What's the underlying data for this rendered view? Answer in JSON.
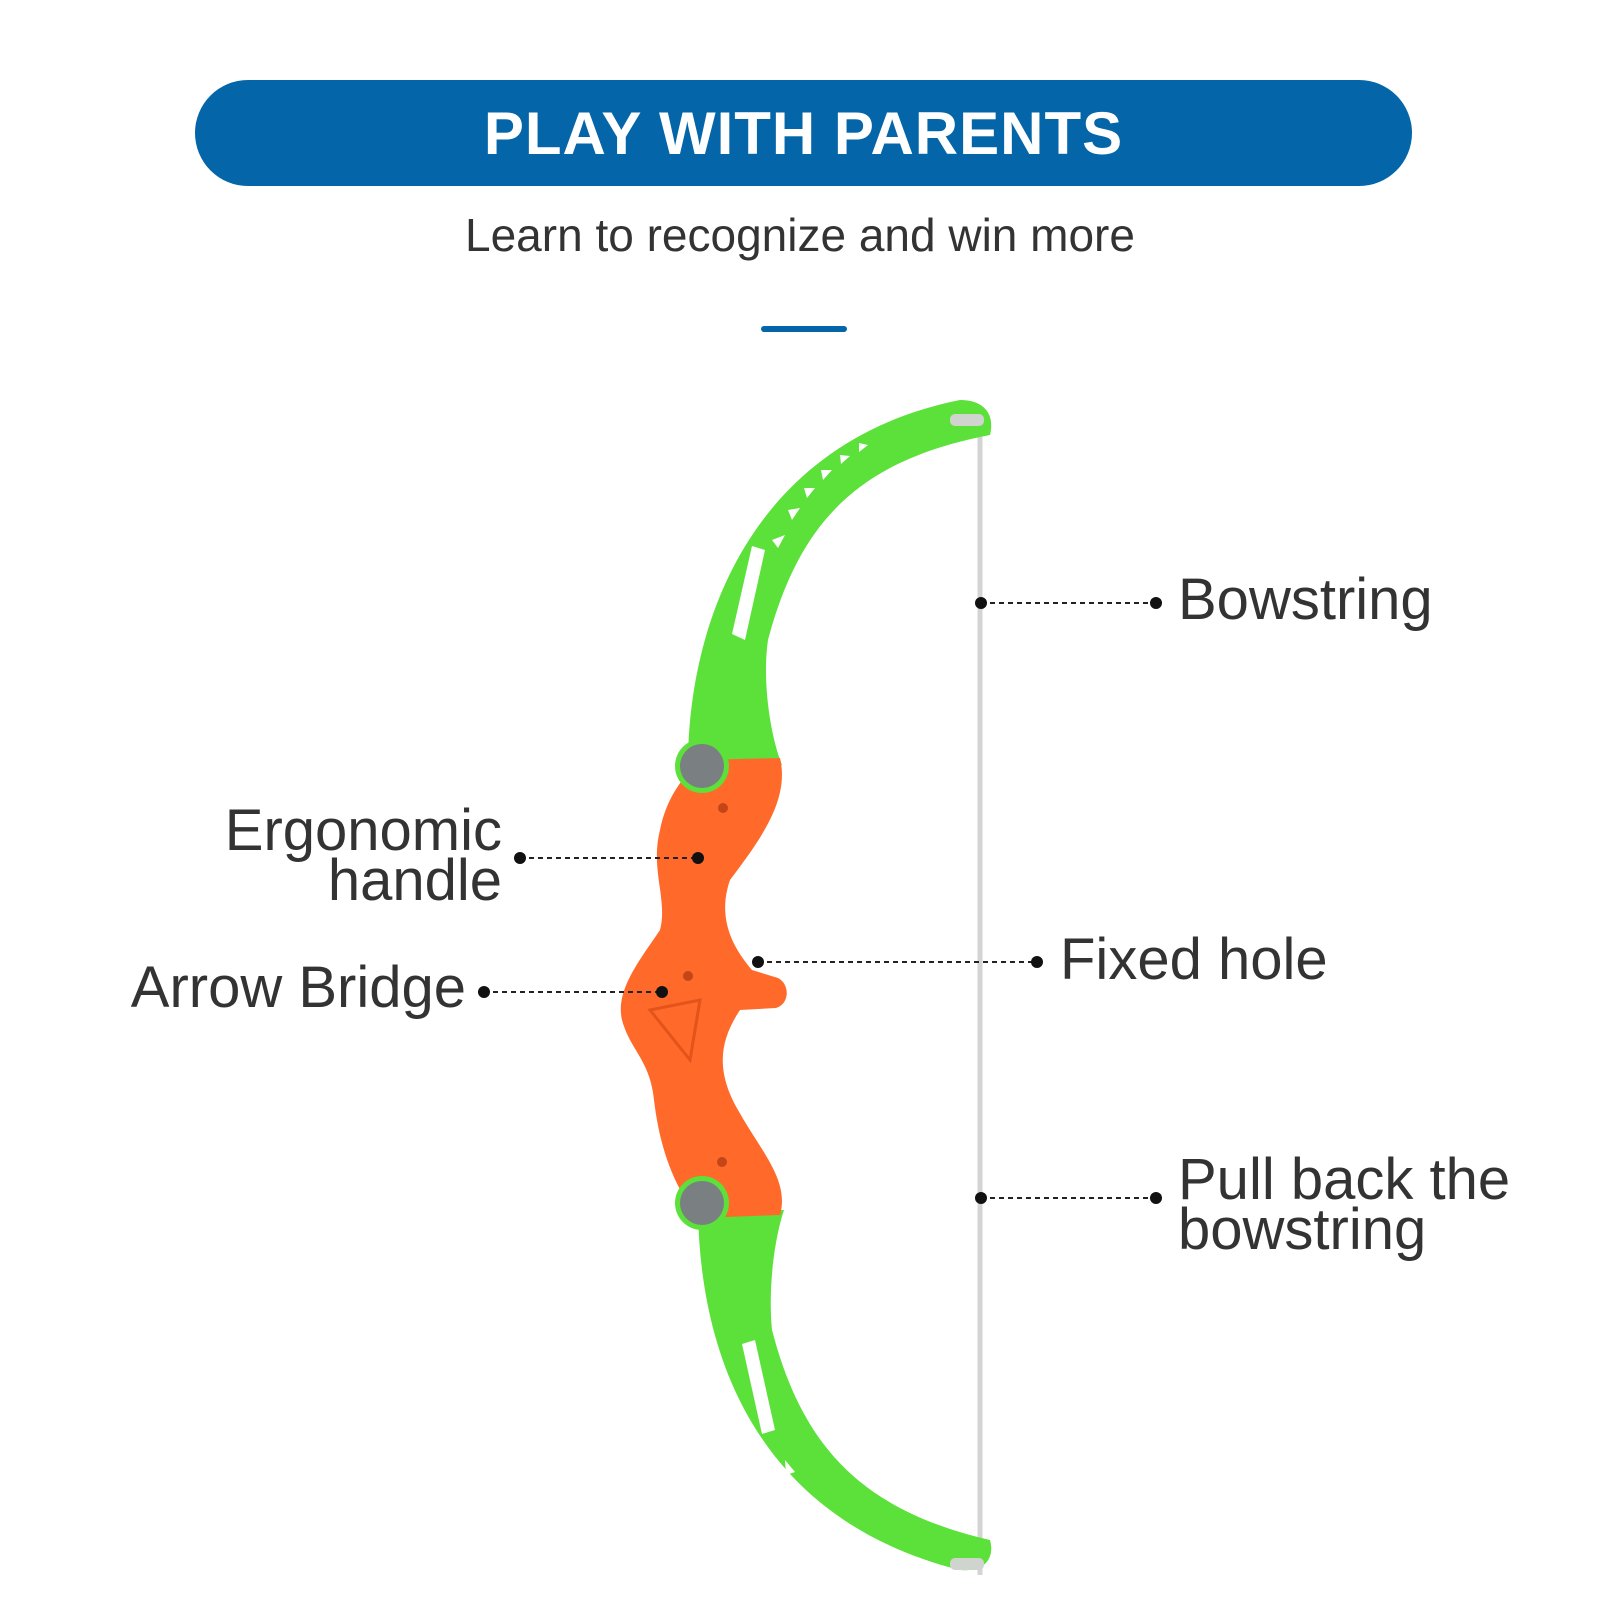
{
  "banner": {
    "title": "PLAY WITH PARENTS"
  },
  "subtitle": "Learn to recognize and win more",
  "colors": {
    "banner": "#0466a8",
    "limb_green": "#5ce03a",
    "limb_green_dark": "#3fc522",
    "riser_orange": "#ff6a2a",
    "riser_orange_dark": "#e3531a",
    "string": "#d4d4d4",
    "text": "#333333"
  },
  "labels": {
    "bowstring": "Bowstring",
    "ergonomic_handle": [
      "Ergonomic",
      "handle"
    ],
    "fixed_hole": "Fixed hole",
    "arrow_bridge": "Arrow Bridge",
    "pull_back": [
      "Pull back the",
      "bowstring"
    ]
  }
}
